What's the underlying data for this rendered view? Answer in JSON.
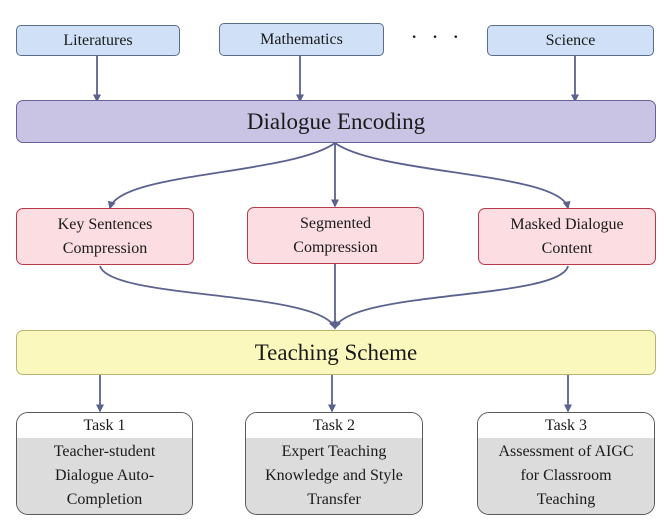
{
  "subjects": [
    "Literatures",
    "Mathematics",
    "Science"
  ],
  "ellipsis": "· · ·",
  "encoding_label": "Dialogue Encoding",
  "methods": [
    "Key Sentences\nCompression",
    "Segmented\nCompression",
    "Masked Dialogue\nContent"
  ],
  "scheme_label": "Teaching Scheme",
  "tasks": [
    {
      "title": "Task 1",
      "desc": "Teacher-student\nDialogue Auto-\nCompletion"
    },
    {
      "title": "Task 2",
      "desc": "Expert Teaching\nKnowledge and Style\nTransfer"
    },
    {
      "title": "Task 3",
      "desc": "Assessment of AIGC\nfor Classroom\nTeaching"
    }
  ],
  "colors": {
    "subject_fill": "#cfe0f7",
    "encoding_fill": "#c9c4e3",
    "method_fill": "#fbdde2",
    "method_border": "#b83a4a",
    "scheme_fill": "#fbf8be",
    "task_body_fill": "#dcdcdc",
    "arrow": "#5b628f"
  }
}
